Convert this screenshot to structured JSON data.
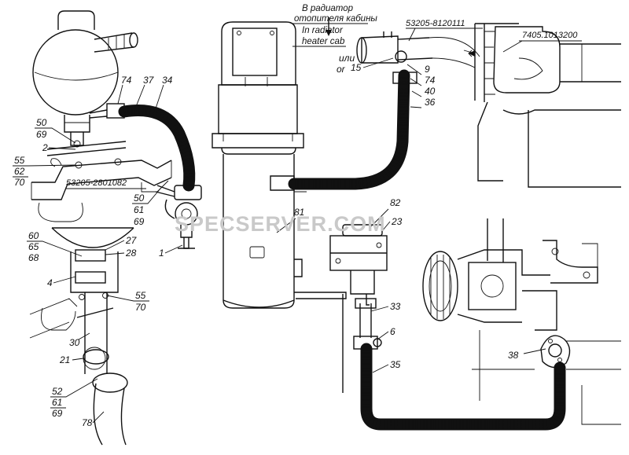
{
  "caption": {
    "ru_line1": "В радиатор",
    "ru_line2": "отопителя кабины",
    "en_line1": "In radiator",
    "en_line2": "heater cab"
  },
  "part_numbers": {
    "valve": "53205-8120111",
    "pump": "7405.1013200",
    "bracket": "53205-2801082"
  },
  "alt_label": {
    "ru": "или",
    "en": "or"
  },
  "watermark": "SPECSERVER.COM",
  "callouts": {
    "c74a": "74",
    "c37": "37",
    "c34": "34",
    "c50a": "50",
    "c69a": "69",
    "c2": "2",
    "c55a": "55",
    "c62": "62",
    "c70a": "70",
    "c50b": "50",
    "c61a": "61",
    "c69b": "69",
    "c1": "1",
    "c60": "60",
    "c65": "65",
    "c68": "68",
    "c27": "27",
    "c28": "28",
    "c4": "4",
    "c55b": "55",
    "c70b": "70",
    "c30": "30",
    "c21": "21",
    "c52": "52",
    "c61b": "61",
    "c69c": "69",
    "c78": "78",
    "c15": "15",
    "c9": "9",
    "c74b": "74",
    "c40": "40",
    "c36": "36",
    "c81": "81",
    "c82": "82",
    "c23": "23",
    "c33": "33",
    "c6": "6",
    "c35": "35",
    "c38": "38"
  }
}
